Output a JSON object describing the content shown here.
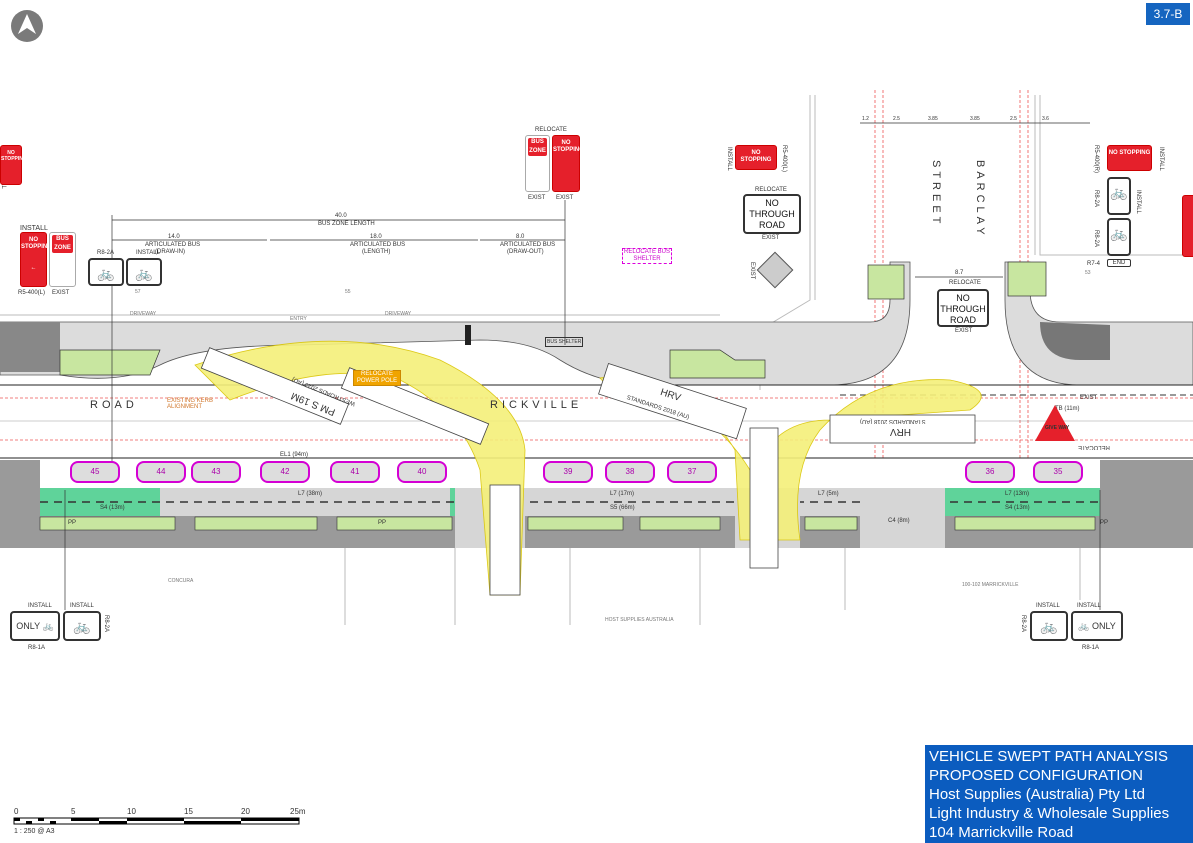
{
  "sheet_id": "3.7-B",
  "title_block": {
    "line1": "VEHICLE SWEPT PATH ANALYSIS",
    "line2": "PROPOSED CONFIGURATION",
    "line3": "Host Supplies (Australia) Pty Ltd",
    "line4": "Light Industry & Wholesale Supplies",
    "line5": "104 Marrickville Road"
  },
  "scale": {
    "ticks": [
      "0",
      "5",
      "10",
      "15",
      "20",
      "25m"
    ],
    "label": "1 : 250 @ A3"
  },
  "streets": {
    "road_left": "ROAD",
    "road_right": "RICKVILLE",
    "street": "STREET",
    "barclay": "BARCLAY"
  },
  "dimensions": {
    "bus_zone_value": "40.0",
    "bus_zone_label": "BUS ZONE LENGTH",
    "draw_in_value": "14.0",
    "draw_in_label": "ARTICULATED BUS",
    "draw_in_sub": "(DRAW-IN)",
    "length_value": "18.0",
    "length_label": "ARTICULATED BUS",
    "length_sub": "(LENGTH)",
    "draw_out_value": "8.0",
    "draw_out_label": "ARTICULATED BUS",
    "draw_out_sub": "(DRAW-OUT)",
    "barclay": [
      "1.2",
      "2.5",
      "3.85",
      "3.85",
      "2.5",
      "3.6"
    ],
    "crossing": "8.7"
  },
  "annotations": {
    "driveway": "DRIVEWAY",
    "entry": "ENTRY",
    "bus_shelter": "BUS SHELTER",
    "relocate_power_pole": "RELOCATE POWER POLE",
    "relocate_bus_shelter": "RELOCATE BUS SHELTER",
    "existing_kerb": "EXISTING KERB ALIGNMENT",
    "vehicle1_name": "PM S 19M",
    "vehicle1_std": "WESTROADS 2023 (AU)",
    "vehicle2_name": "HRV",
    "vehicle2_std": "STANDARDS 2018 (AU)",
    "property_57": "57",
    "property_55": "55",
    "property_53": "53",
    "property_south": "CONCURA",
    "property_host": "HOST SUPPLIES AUSTRALIA",
    "property_right": "100-102 MARRICKVILLE"
  },
  "lanes": {
    "el1": "EL1 (94m)",
    "l7a": "L7 (38m)",
    "s4a": "S4 (13m)",
    "l7b": "L7 (17m)",
    "s5": "S5 (66m)",
    "l7c": "L7 (5m)",
    "c4": "C4 (8m)",
    "l7d": "L7 (13m)",
    "s4b": "S4 (13m)",
    "tb": "TB (11m)",
    "pp": "PP"
  },
  "parking_bays": [
    "45",
    "44",
    "43",
    "42",
    "41",
    "40",
    "39",
    "38",
    "37",
    "36",
    "35"
  ],
  "signs": {
    "install": "INSTALL",
    "exist": "EXIST",
    "relocate": "RELOCATE",
    "no_stopping": "NO STOPPING",
    "bus_zone": "BUS ZONE",
    "no_through_road": "NO THROUGH ROAD",
    "r5_400l": "R5-400(L)",
    "r5_400r": "R5-400(R)",
    "r8_2a": "R8-2A",
    "r8_1a": "R8-1A",
    "r7_4": "R7-4",
    "end": "END",
    "only": "ONLY",
    "give_way": "GIVE WAY"
  }
}
